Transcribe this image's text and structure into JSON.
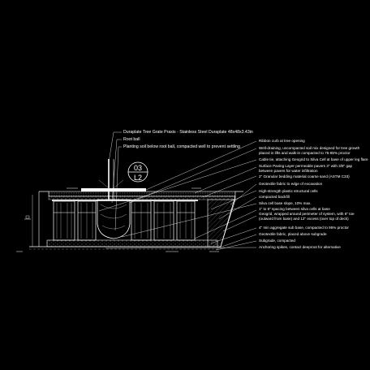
{
  "callouts_left": [
    "Duraplate Tree Grate Praxis - Stainless Steel Duraplate 48x48x3.43in",
    "Root ball",
    "Planting soil below root ball, compacted well to prevent settling"
  ],
  "callouts_right": [
    "Ribbon curb at tree opening",
    "Well-draining, uncompacted soil mix designed for tree growth",
    "placed in lifts and walk-in compacted to 75-85% proctor",
    "Cable tie, attaching Geogrid to Silva Cell at base of upper leg flare",
    "Surface Paving Layer permeable pavers 3\" with 3/8\" gap",
    "between pavers for water infiltration",
    "2\" Granular bedding material coarse sand (ASTM C33)",
    "Geotextile fabric to edge of excavation",
    "High-strength plastic structural cells",
    "compacted backfill",
    "Silva cell base slope, 10% max.",
    "1\" to 6\" spacing between silva cells at base",
    "Geogrid, wrapped around perimeter of system, with 6\" toe",
    "(outward from base) and 12\" excess (over top of deck)",
    "4\" min aggregate sub base, compacted to 95% proctor",
    "Geotextile fabric, placed above subgrade",
    "Subgrade, compacted",
    "Anchoring spikes, contact deeproot for alternative"
  ],
  "section_tag": {
    "top": "03",
    "bottom": "L2"
  },
  "colors": {
    "background": "#000000",
    "linework": "#ffffff",
    "hatch": "#9a9a9a"
  }
}
